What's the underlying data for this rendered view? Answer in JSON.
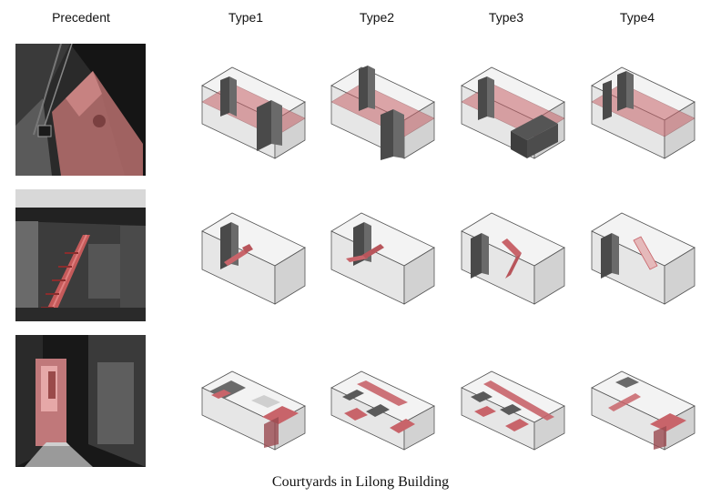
{
  "headers": {
    "precedent": "Precedent",
    "type1": "Type1",
    "type2": "Type2",
    "type3": "Type3",
    "type4": "Type4"
  },
  "caption": "Courtyards in Lilong Building",
  "colors": {
    "highlight": "#c8646a",
    "dark_volume": "#4a4a4a",
    "box_line": "#555555",
    "photo_dark": "#1e1e1e"
  }
}
